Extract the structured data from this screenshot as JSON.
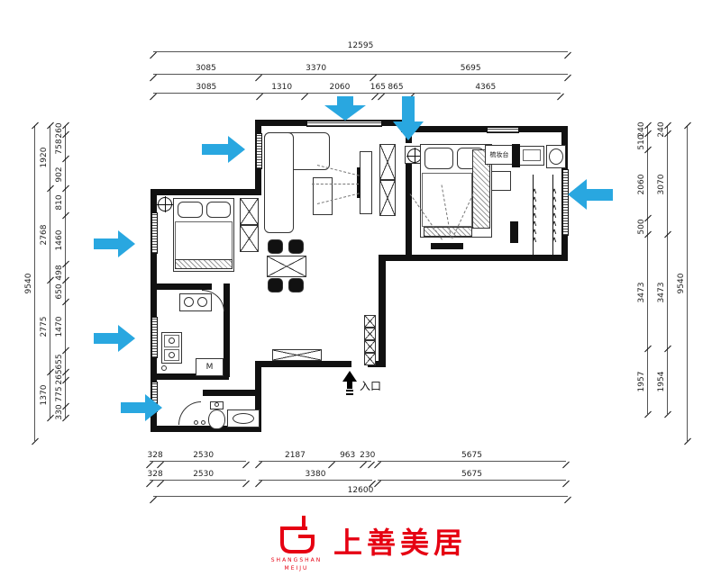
{
  "colors": {
    "arrow_blue": "#29a7e0",
    "logo_red": "#e60012",
    "wall": "#111111"
  },
  "labels": {
    "entrance": "入口",
    "dressing_table": "梳妆台",
    "washer": "M"
  },
  "icons": {
    "hanger_column": "∧∧∧∧∧∧∧"
  },
  "logo": {
    "cn": "上善美居",
    "en_line1": "SHANGSHAN",
    "en_line2": "MEIJU"
  },
  "dims": {
    "top": {
      "row1": [
        12595
      ],
      "row2": [
        3085,
        3370,
        5695
      ],
      "row3": [
        3085,
        1310,
        2060,
        165,
        865,
        4365
      ]
    },
    "bottom": {
      "row1a": [
        328,
        2530
      ],
      "row1b": [
        2187,
        963,
        230
      ],
      "row1c": [
        5675
      ],
      "row2a": [
        328,
        2530
      ],
      "row2b": [
        3380
      ],
      "row2c": [
        5675
      ],
      "row3": [
        12600
      ]
    },
    "left": {
      "outer": [
        9540
      ],
      "middle": [
        1920,
        2768,
        2775,
        1370
      ],
      "inner": [
        260,
        758,
        902,
        810,
        1460,
        498,
        650,
        1470,
        655,
        265,
        775,
        330
      ]
    },
    "right": {
      "inner": [
        240,
        510,
        2060,
        500,
        3473,
        1957
      ],
      "middle": [
        240,
        3070,
        3473,
        1954
      ],
      "outer": [
        9540
      ]
    }
  }
}
